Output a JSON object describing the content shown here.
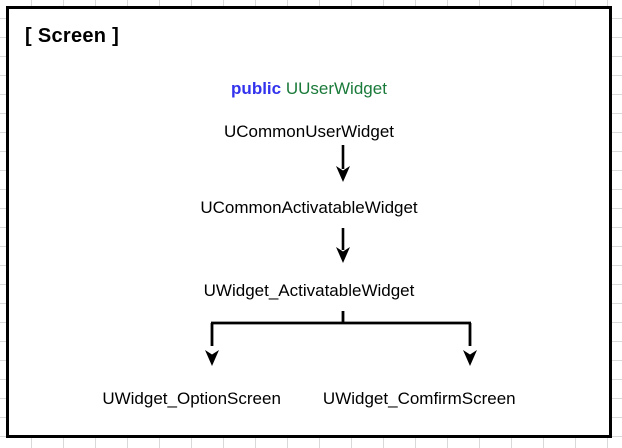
{
  "frame": {
    "title": "[ Screen ]",
    "border_color": "#000000"
  },
  "colors": {
    "keyword_public": "#3333ee",
    "type_name": "#1a7a3a",
    "text": "#000000",
    "grid": "#d9d9d9"
  },
  "diagram": {
    "inheritance_note": {
      "keyword": "public",
      "base_class": "UUserWidget"
    },
    "nodes": [
      {
        "id": "n1",
        "label": "UCommonUserWidget"
      },
      {
        "id": "n2",
        "label": "UCommonActivatableWidget"
      },
      {
        "id": "n3",
        "label": "UWidget_ActivatableWidget"
      }
    ],
    "leaves": [
      {
        "id": "n4",
        "label": "UWidget_OptionScreen"
      },
      {
        "id": "n5",
        "label": "UWidget_ComfirmScreen"
      }
    ]
  }
}
